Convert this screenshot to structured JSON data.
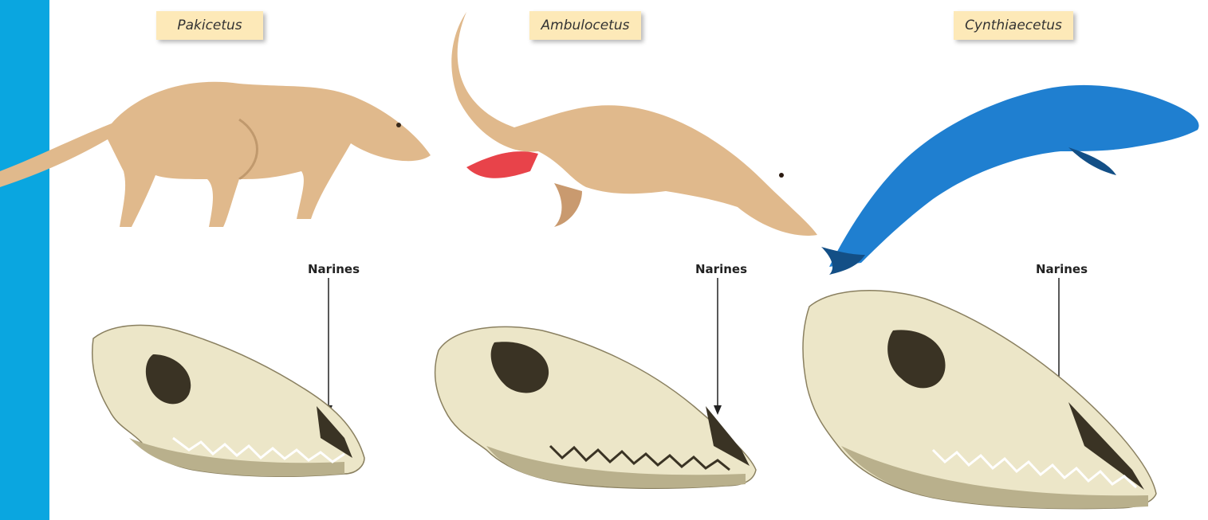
{
  "figure": {
    "colors": {
      "side_bar": "#0aa6e0",
      "label_note": "#fde9b8",
      "skull_bone": "#ece6c8",
      "skull_shadow": "#b9b08c",
      "skull_cavity": "#3a3324",
      "land_animal_skin": "#e0b98c",
      "whale_skin": "#1f7fd0",
      "arrow": "#222222"
    },
    "panels": [
      {
        "id": "pakicetus",
        "name": "Pakicetus",
        "animal_icon": "pakicetus-illustration",
        "narine_label": "Narines",
        "skull_icon": "pakicetus-skull-icon"
      },
      {
        "id": "ambulocetus",
        "name": "Ambulocetus",
        "animal_icon": "ambulocetus-illustration",
        "narine_label": "Narines",
        "skull_icon": "ambulocetus-skull-icon"
      },
      {
        "id": "cynthiaecetus",
        "name": "Cynthiaecetus",
        "animal_icon": "cynthiaecetus-illustration",
        "narine_label": "Narines",
        "skull_icon": "cynthiaecetus-skull-icon"
      }
    ]
  }
}
